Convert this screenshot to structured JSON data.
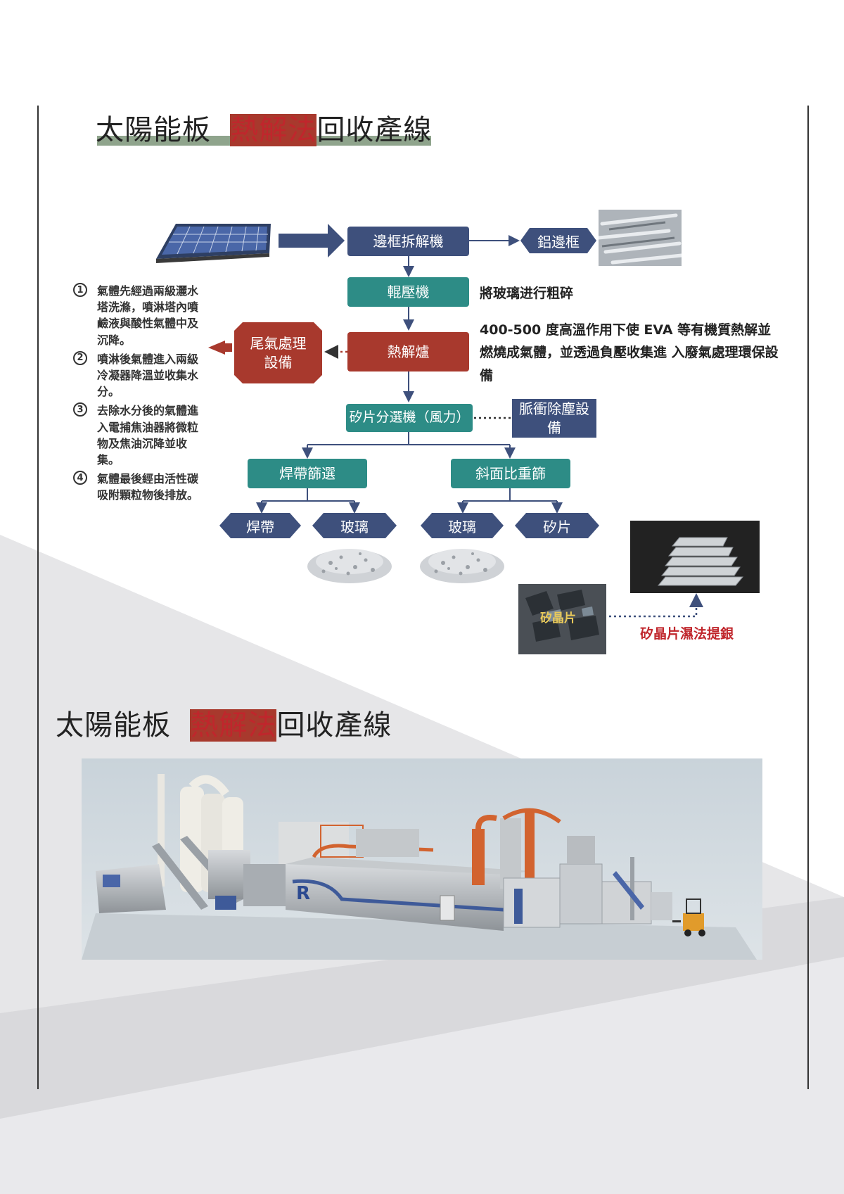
{
  "title_top": {
    "part1": "太陽能板",
    "highlight": "熱解法",
    "part2": "回收產線"
  },
  "title_bottom": {
    "part1": "太陽能板",
    "highlight": "熱解法",
    "part2": "回收產線"
  },
  "flow": {
    "frame_dismantler": "邊框拆解機",
    "aluminum_frame": "鋁邊框",
    "roller_press": "輥壓機",
    "roller_note": "將玻璃进行粗碎",
    "pyrolysis_furnace": "熱解爐",
    "pyrolysis_note": "400-500 度高溫作用下使 EVA 等有機質熱解並燃燒成氣體，並透過負壓收集進 入廢氣處理環保設備",
    "exhaust_treatment": "尾氣處理設備",
    "silicon_sorter": "矽片分選機（風力）",
    "pulse_dust": "脈衝除塵設備",
    "ribbon_screen": "焊帶篩選",
    "slope_screen": "斜面比重篩",
    "out_ribbon": "焊帶",
    "out_glass_1": "玻璃",
    "out_glass_2": "玻璃",
    "out_silicon": "矽片",
    "silicon_chip_label": "矽晶片",
    "silver_extraction": "矽晶片濕法提銀"
  },
  "steps": [
    {
      "num": "1",
      "text": "氣體先經過兩級灑水塔洗滌，噴淋塔內噴鹼液與酸性氣體中及沉降。"
    },
    {
      "num": "2",
      "text": "噴淋後氣體進入兩級 冷凝器降溫並收集水分。"
    },
    {
      "num": "3",
      "text": "去除水分後的氣體進入電捕焦油器將微粒 物及焦油沉降並收集。"
    },
    {
      "num": "4",
      "text": "氣體最後經由活性碳吸附顆粒物後排放。"
    }
  ],
  "colors": {
    "navy": "#3e507c",
    "teal": "#2d8c86",
    "red": "#a8392d",
    "accent_red": "#c0262c",
    "underline": "#8fa48c"
  }
}
